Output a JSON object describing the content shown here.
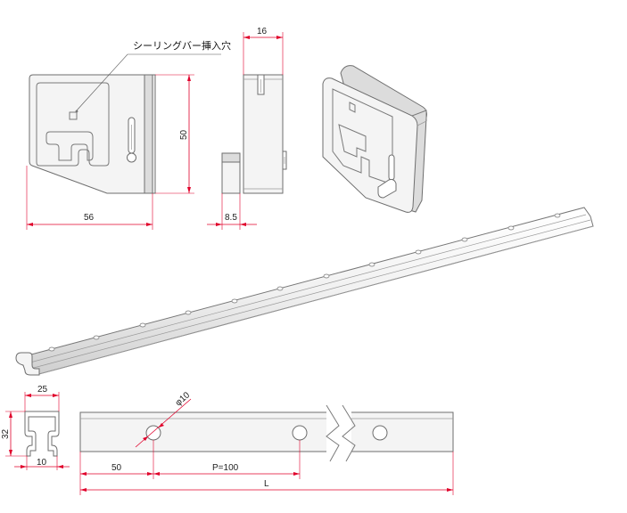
{
  "labels": {
    "note": "シーリングバー挿入穴",
    "dim_16": "16",
    "dim_50": "50",
    "dim_56": "56",
    "dim_8_5": "8.5",
    "dim_25": "25",
    "dim_32": "32",
    "dim_10": "10",
    "dim_phi10": "φ10",
    "dim_50_bottom": "50",
    "dim_pitch": "P=100",
    "dim_L": "L"
  },
  "colors": {
    "dimension": "#e0002a",
    "outline": "#6e6e6e",
    "fill": "#f4f4f4"
  }
}
